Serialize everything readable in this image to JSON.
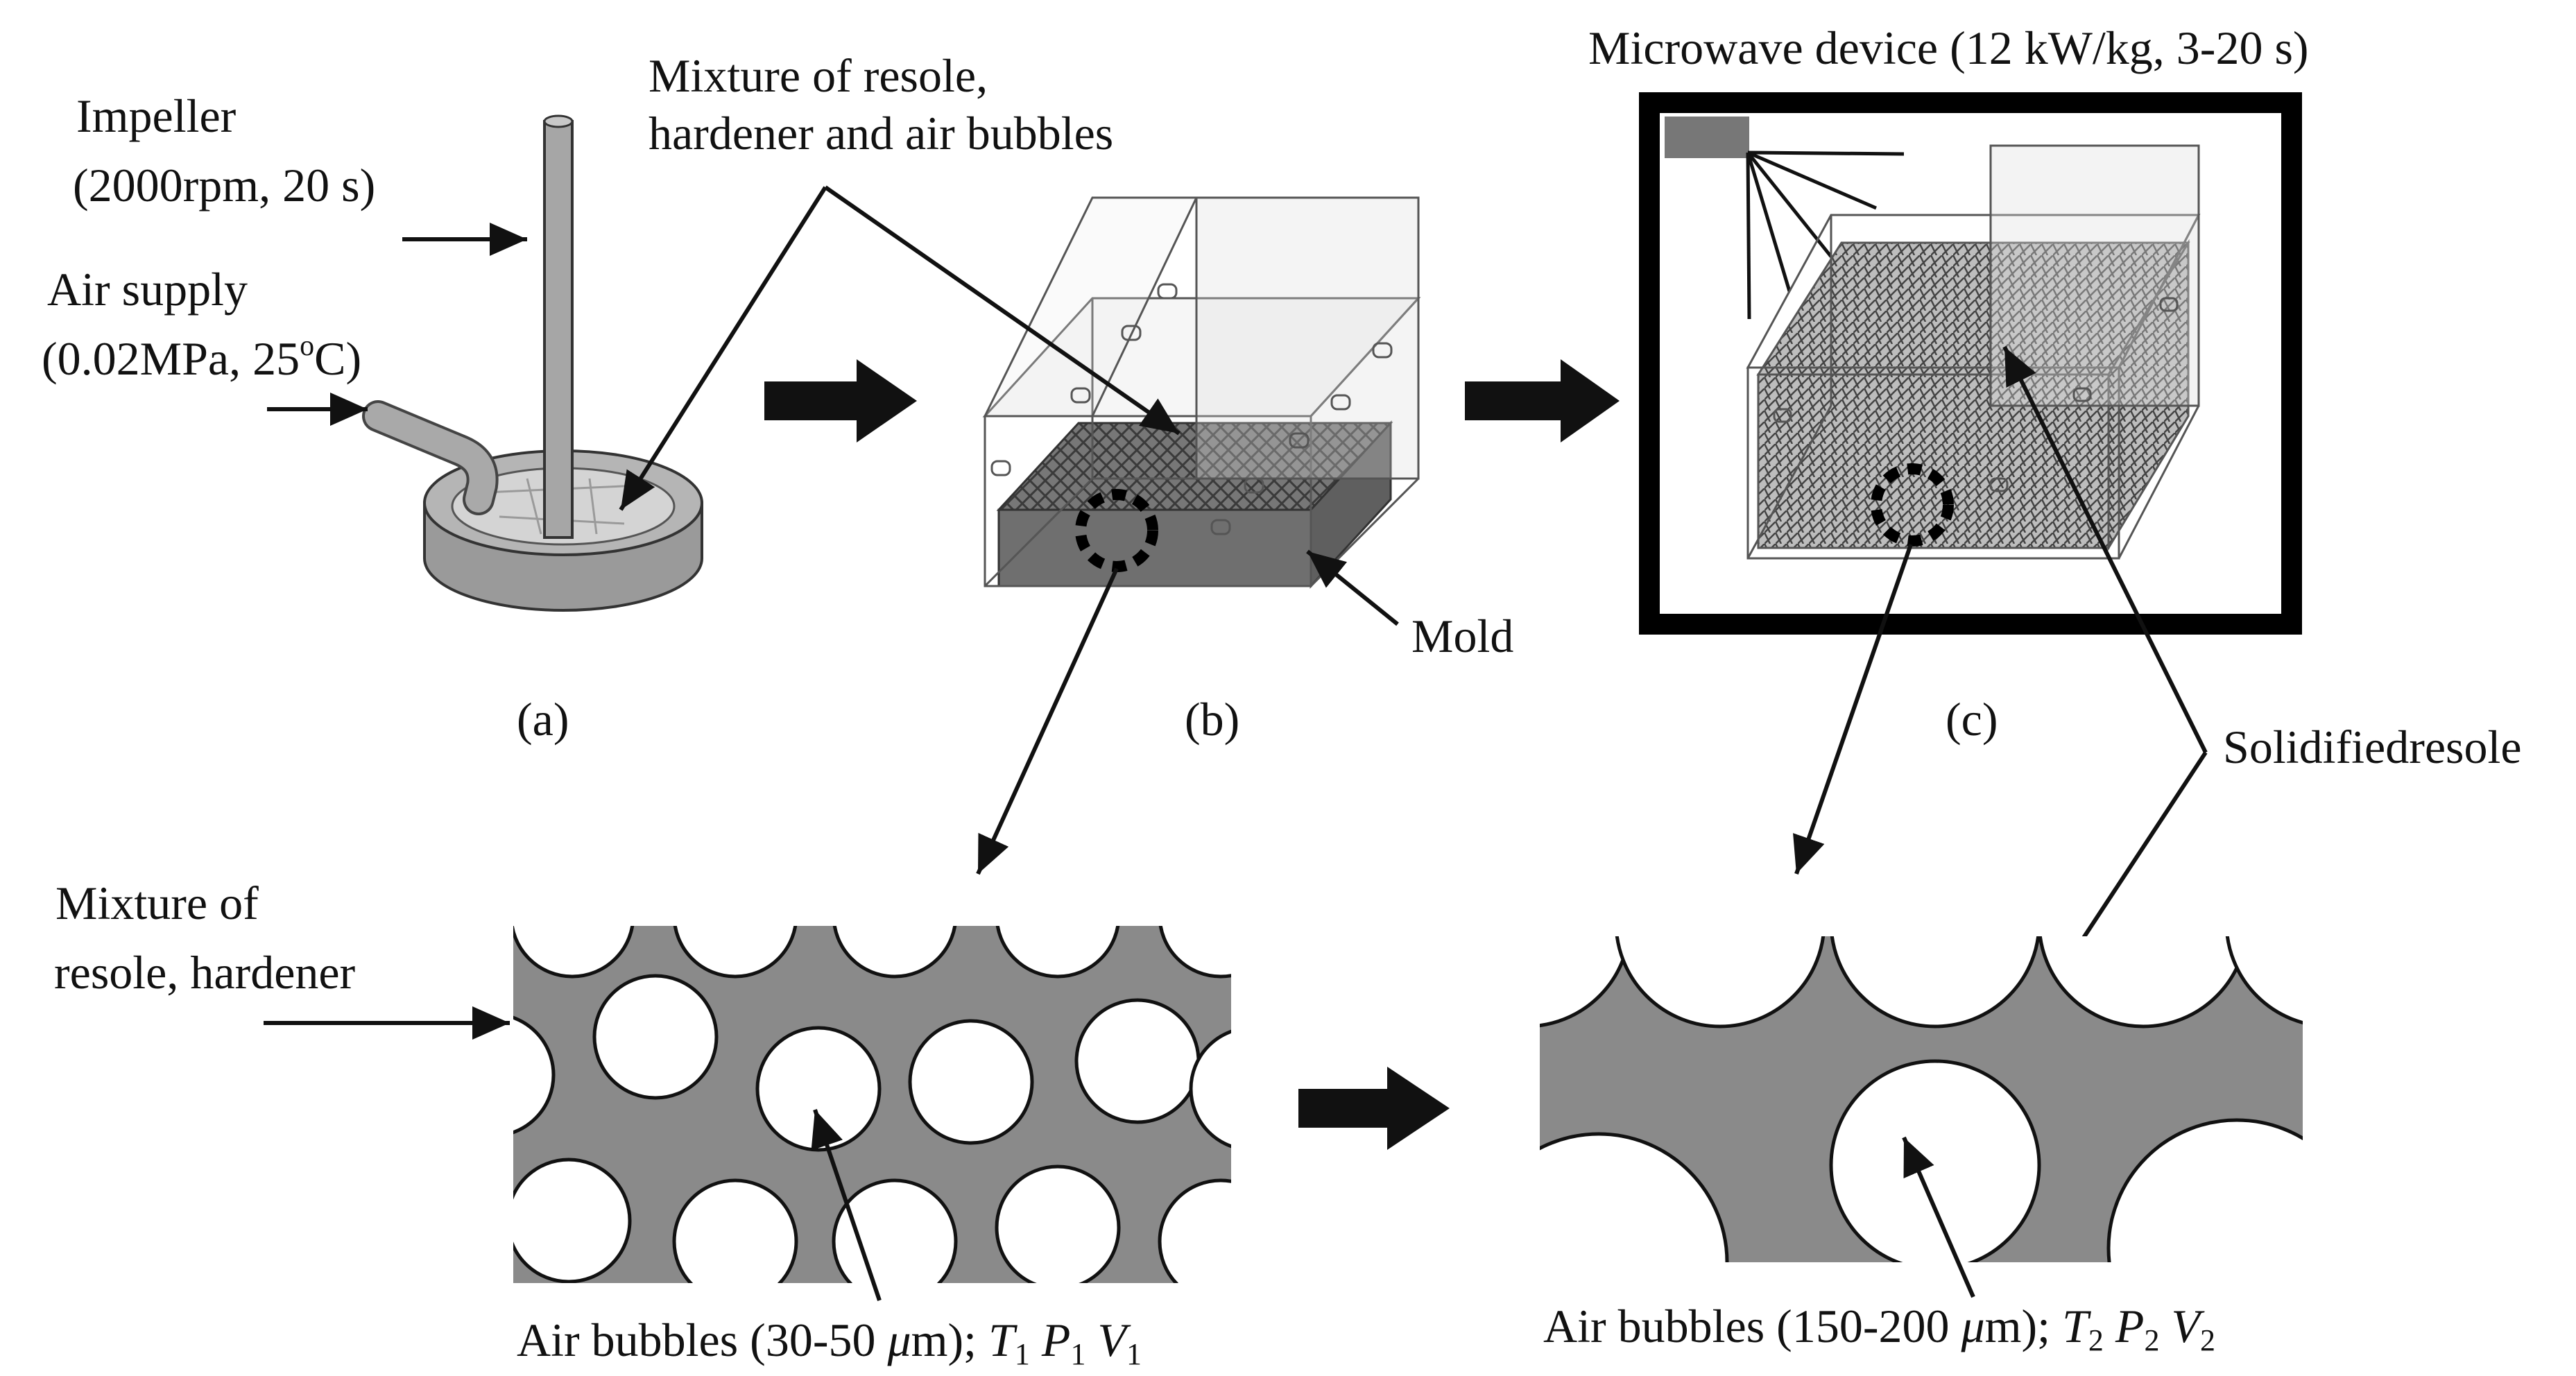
{
  "labels": {
    "impeller_line1": "Impeller",
    "impeller_line2": "(2000rpm, 20 s)",
    "air_supply_line1": "Air supply",
    "air_supply_line2_pre": "(0.02MPa, 25",
    "air_supply_deg": "o",
    "air_supply_line2_post": "C)",
    "mixture_line1": "Mixture of resole,",
    "mixture_line2": "hardener and air bubbles",
    "microwave": "Microwave device (12 kW/kg, 3-20 s)",
    "mold": "Mold",
    "panel_a": "(a)",
    "panel_b": "(b)",
    "panel_c": "(c)",
    "solidified": "Solidifiedresole",
    "mixture2_line1": "Mixture of",
    "mixture2_line2": "resole, hardener",
    "bubbles1_pre": "Air bubbles (30-50 ",
    "bubbles1_mu": "μ",
    "bubbles1_post": "m); ",
    "bubbles2_pre": "Air bubbles (150-200 ",
    "bubbles2_mu": "μ",
    "bubbles2_post": "m); ",
    "state1": {
      "T": "T",
      "T_sub": "1",
      "P": "P",
      "P_sub": "1",
      "V": "V",
      "V_sub": "1"
    },
    "state2": {
      "T": "T",
      "T_sub": "2",
      "P": "P",
      "P_sub": "2",
      "V": "V",
      "V_sub": "2"
    }
  },
  "colors": {
    "resin_gray": "#8a8a8a",
    "dark_gray": "#555555",
    "light_gray": "#cfcfcf",
    "line": "#111111"
  }
}
